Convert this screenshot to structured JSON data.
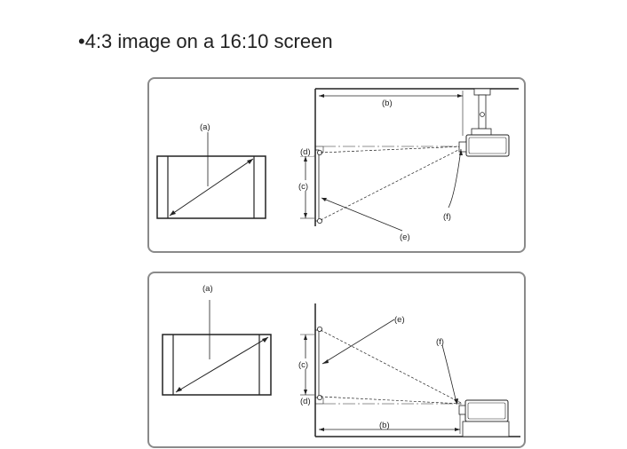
{
  "header": {
    "title": "•4:3 image on a 16:10 screen"
  },
  "labels": {
    "a": "(a)",
    "b": "(b)",
    "c": "(c)",
    "d": "(d)",
    "e": "(e)",
    "f": "(f)"
  },
  "colors": {
    "panel_border": "#8a8a8a",
    "line": "#222222"
  }
}
